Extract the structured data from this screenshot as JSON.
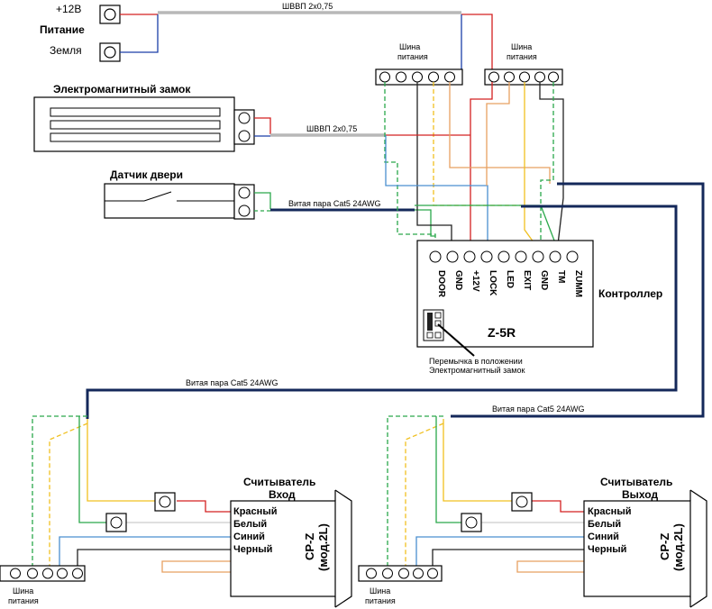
{
  "power": {
    "plus12": "+12В",
    "title": "Питание",
    "ground": "Земля"
  },
  "cables": {
    "top": "ШВВП 2x0,75",
    "lock": "ШВВП 2x0,75",
    "sensor": "Витая пара Cat5 24AWG",
    "reader_in": "Витая пара Cat5 24AWG",
    "reader_out": "Витая пара Cat5 24AWG"
  },
  "bus": {
    "left_line1": "Шина",
    "left_line2": "питания",
    "right_line1": "Шина",
    "right_line2": "питания",
    "bl_line1": "Шина",
    "bl_line2": "питания",
    "br_line1": "Шина",
    "br_line2": "питания"
  },
  "lock": {
    "title": "Электромагнитный замок"
  },
  "door_sensor": {
    "title": "Датчик двери"
  },
  "controller": {
    "title": "Контроллер",
    "model": "Z-5R",
    "pins": [
      "DOOR",
      "GND",
      "+12V",
      "LOCK",
      "LED",
      "EXIT",
      "GND",
      "TM",
      "ZUMM"
    ],
    "jumper_note_line1": "Перемычка в положении",
    "jumper_note_line2": "Электромагнитный замок"
  },
  "reader_in": {
    "title_line1": "Считыватель",
    "title_line2": "Вход",
    "model_line1": "CP-Z",
    "model_line2": "(мод.2L)",
    "wires": [
      "Красный",
      "Белый",
      "Синий",
      "Черный"
    ]
  },
  "reader_out": {
    "title_line1": "Считыватель",
    "title_line2": "Выход",
    "model_line1": "CP-Z",
    "model_line2": "(мод.2L)",
    "wires": [
      "Красный",
      "Белый",
      "Синий",
      "Черный"
    ]
  },
  "colors": {
    "red": "#d42020",
    "blue": "#1a3fa8",
    "green": "#2aa84a",
    "yellow": "#f0c020",
    "orange": "#e8a060",
    "gray": "#b8b8b8",
    "navy": "#14285a",
    "black": "#222222"
  }
}
